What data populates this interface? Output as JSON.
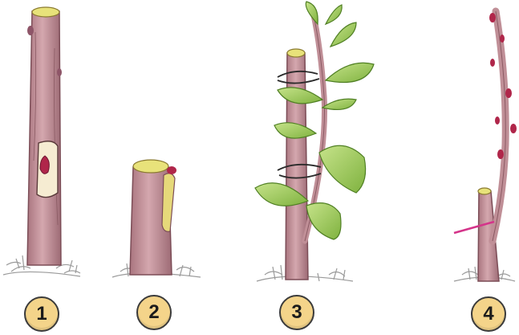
{
  "steps": [
    {
      "number": "1"
    },
    {
      "number": "2"
    },
    {
      "number": "3"
    },
    {
      "number": "4"
    }
  ],
  "colors": {
    "bark": "#c08f97",
    "bark_dark": "#8a5a63",
    "cut_surface": "#e8e27a",
    "leaf": "#a6d060",
    "leaf_dark": "#5a8f2a",
    "bud": "#b0264a",
    "badge_fill": "#f4d48a",
    "grass": "#9a9a9a"
  }
}
